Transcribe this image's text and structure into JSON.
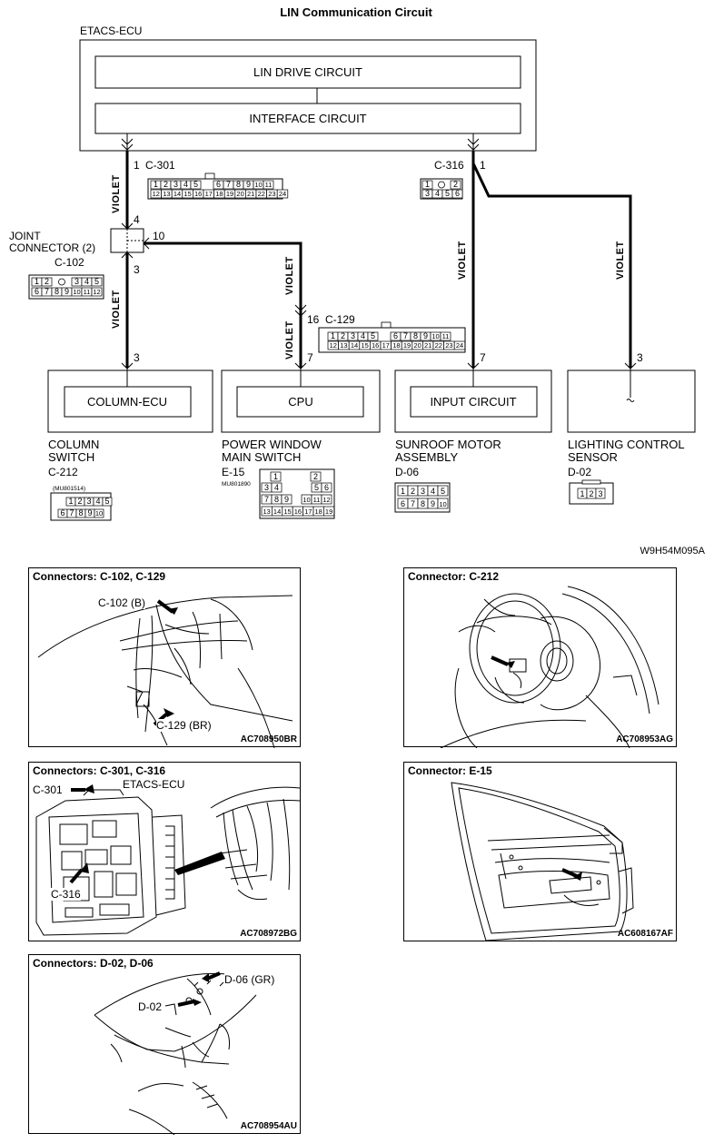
{
  "diagram": {
    "title": "LIN Communication Circuit",
    "etacs_label": "ETACS-ECU",
    "lin_drive": "LIN DRIVE CIRCUIT",
    "interface": "INTERFACE CIRCUIT",
    "wire_color": "VIOLET",
    "joint_connector_line1": "JOINT",
    "joint_connector_line2": "CONNECTOR (2)",
    "code": "W9H54M095A",
    "connectors": {
      "c301": "C-301",
      "c316": "C-316",
      "c102": "C-102",
      "c129": "C-129",
      "c212": "C-212",
      "e15": "E-15",
      "d06": "D-06",
      "d02": "D-02"
    },
    "pins": {
      "c301": "1",
      "c316": "1",
      "joint_in": "4",
      "joint_out_down": "3",
      "joint_out_right": "10",
      "c129": "16",
      "column_in": "3",
      "pw_in": "7",
      "sunroof_in": "7",
      "lighting_in": "3"
    },
    "part_numbers": {
      "c212": "(MU801514)",
      "e15": "MU801890"
    },
    "modules": {
      "column_ecu": "COLUMN-ECU",
      "cpu": "CPU",
      "input_circuit": "INPUT CIRCUIT"
    },
    "components": {
      "column_switch": [
        "COLUMN",
        "SWITCH"
      ],
      "power_window": [
        "POWER WINDOW",
        "MAIN SWITCH"
      ],
      "sunroof": [
        "SUNROOF MOTOR",
        "ASSEMBLY"
      ],
      "lighting": [
        "LIGHTING CONTROL",
        "SENSOR"
      ]
    },
    "pin_grids": {
      "row_1_11": [
        "1",
        "2",
        "3",
        "4",
        "5",
        "6",
        "7",
        "8",
        "9",
        "10",
        "11"
      ],
      "row_12_24": [
        "12",
        "13",
        "14",
        "15",
        "16",
        "17",
        "18",
        "19",
        "20",
        "21",
        "22",
        "23",
        "24"
      ],
      "c316_row1": [
        "1",
        "2"
      ],
      "c316_row2": [
        "3",
        "4",
        "5",
        "6"
      ],
      "c102_row1": [
        "1",
        "2",
        "3",
        "4",
        "5"
      ],
      "c102_row2": [
        "6",
        "7",
        "8",
        "9",
        "10",
        "11",
        "12"
      ],
      "c212_row1": [
        "1",
        "2",
        "3",
        "4",
        "5"
      ],
      "c212_row2": [
        "6",
        "7",
        "8",
        "9",
        "10"
      ],
      "e15_r1": [
        "1",
        "2"
      ],
      "e15_r2": [
        "3",
        "4",
        "5",
        "6"
      ],
      "e15_r3": [
        "7",
        "8",
        "9",
        "10",
        "11",
        "12"
      ],
      "e15_r4": [
        "13",
        "14",
        "15",
        "16",
        "17",
        "18",
        "19"
      ],
      "d06_row1": [
        "1",
        "2",
        "3",
        "4",
        "5"
      ],
      "d06_row2": [
        "6",
        "7",
        "8",
        "9",
        "10"
      ],
      "d02_row": [
        "1",
        "2",
        "3"
      ]
    }
  },
  "panels": [
    {
      "title": "Connectors: C-102, C-129",
      "callouts": [
        "C-102 (B)",
        "C-129 (BR)"
      ],
      "code": "AC708950BR"
    },
    {
      "title": "Connector: C-212",
      "callouts": [],
      "code": "AC708953AG"
    },
    {
      "title": "Connectors: C-301, C-316",
      "callouts": [
        "C-301",
        "ETACS-ECU",
        "C-316"
      ],
      "code": "AC708972BG"
    },
    {
      "title": "Connector: E-15",
      "callouts": [],
      "code": "AC608167AF"
    },
    {
      "title": "Connectors: D-02, D-06",
      "callouts": [
        "D-06 (GR)",
        "D-02"
      ],
      "code": "AC708954AU"
    }
  ]
}
